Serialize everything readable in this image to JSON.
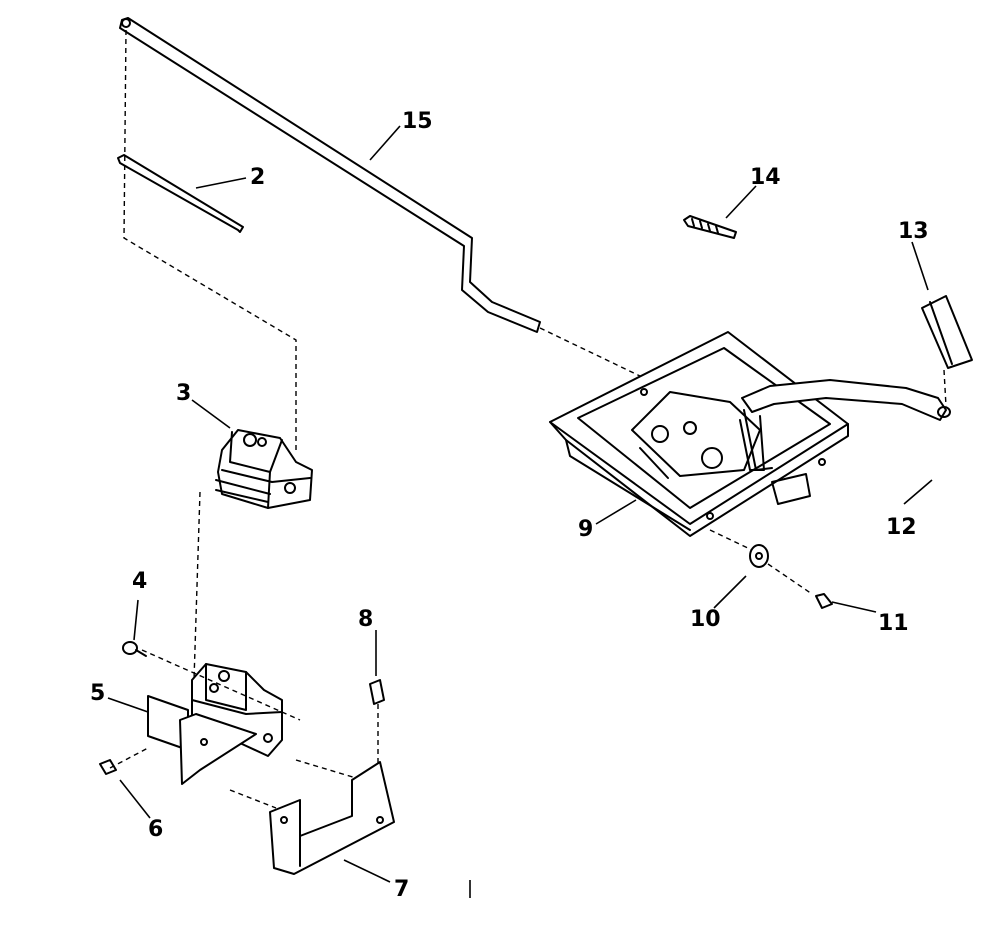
{
  "callouts": [
    {
      "id": "2",
      "text": "2"
    },
    {
      "id": "3",
      "text": "3"
    },
    {
      "id": "4",
      "text": "4"
    },
    {
      "id": "5",
      "text": "5"
    },
    {
      "id": "6",
      "text": "6"
    },
    {
      "id": "7",
      "text": "7"
    },
    {
      "id": "8",
      "text": "8"
    },
    {
      "id": "9",
      "text": "9"
    },
    {
      "id": "10",
      "text": "10"
    },
    {
      "id": "11",
      "text": "11"
    },
    {
      "id": "12",
      "text": "12"
    },
    {
      "id": "13",
      "text": "13"
    },
    {
      "id": "14",
      "text": "14"
    },
    {
      "id": "15",
      "text": "15"
    }
  ]
}
